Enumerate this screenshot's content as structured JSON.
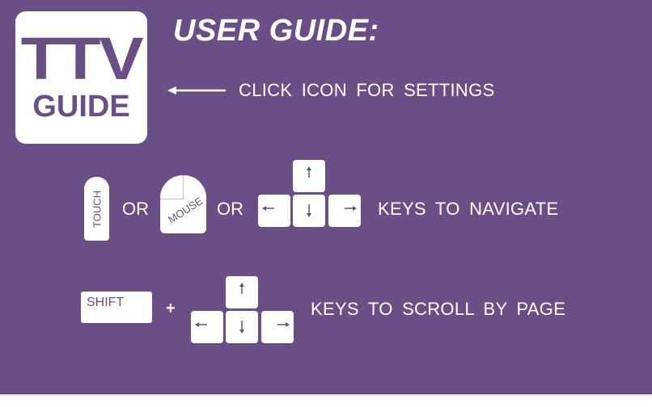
{
  "colors": {
    "background": "#6a4f86",
    "foreground": "#ffffff",
    "accent": "#6a4f86"
  },
  "logo": {
    "line1": "TTV",
    "line2": "GUIDE",
    "icon": "ttv-guide-logo-icon"
  },
  "header": {
    "title": "USER GUIDE:"
  },
  "settings_hint": {
    "arrow_icon": "arrow-left-icon",
    "text": "CLICK ICON FOR SETTINGS"
  },
  "navigate_row": {
    "touch_label": "TOUCH",
    "or_1": "OR",
    "mouse_label": "MOUSE",
    "or_2": "OR",
    "keys": [
      {
        "name": "up",
        "glyph": "arrow-up-icon"
      },
      {
        "name": "left",
        "glyph": "arrow-left-icon"
      },
      {
        "name": "down",
        "glyph": "arrow-down-icon"
      },
      {
        "name": "right",
        "glyph": "arrow-right-icon"
      }
    ],
    "text": "KEYS TO NAVIGATE"
  },
  "scroll_row": {
    "shift_label": "SHIFT",
    "plus": "+",
    "keys": [
      {
        "name": "up",
        "glyph": "arrow-up-icon"
      },
      {
        "name": "left",
        "glyph": "arrow-left-icon"
      },
      {
        "name": "down",
        "glyph": "arrow-down-icon"
      },
      {
        "name": "right",
        "glyph": "arrow-right-icon"
      }
    ],
    "text": "KEYS TO SCROLL BY PAGE"
  }
}
